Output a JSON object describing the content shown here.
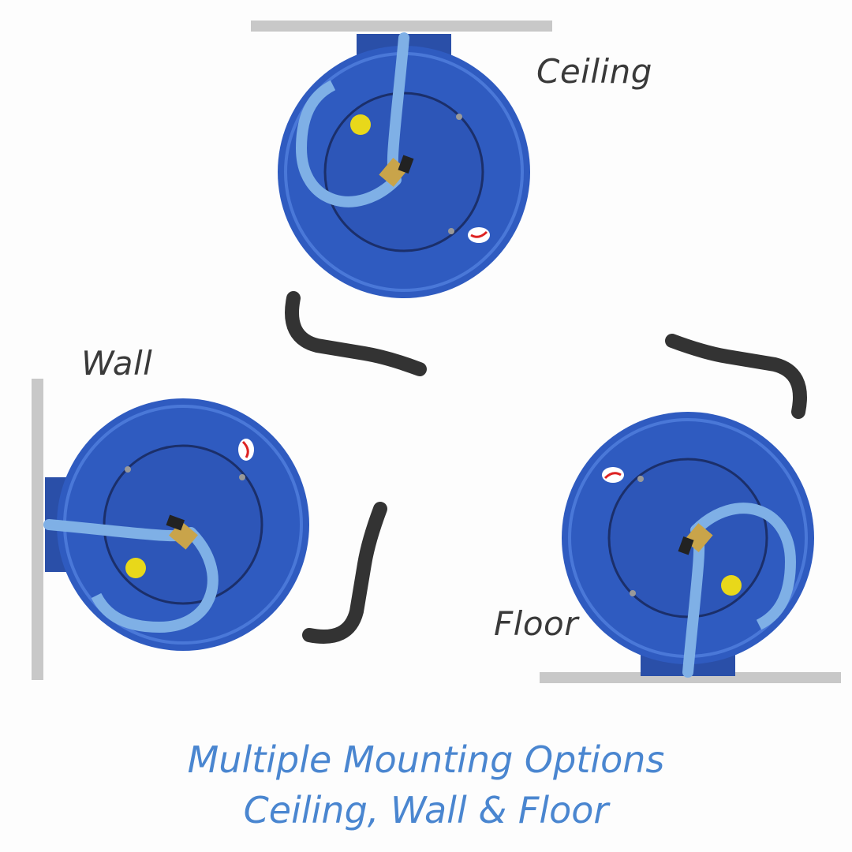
{
  "labels": {
    "ceiling": "Ceiling",
    "wall": "Wall",
    "floor": "Floor"
  },
  "caption": {
    "line1": "Multiple Mounting Options",
    "line2": "Ceiling, Wall & Floor"
  },
  "colors": {
    "reel_blue": "#2f5bc0",
    "hose_blue": "#7fb0e6",
    "caption_blue": "#4a86d0",
    "mount_surface": "#c8c8c8"
  }
}
